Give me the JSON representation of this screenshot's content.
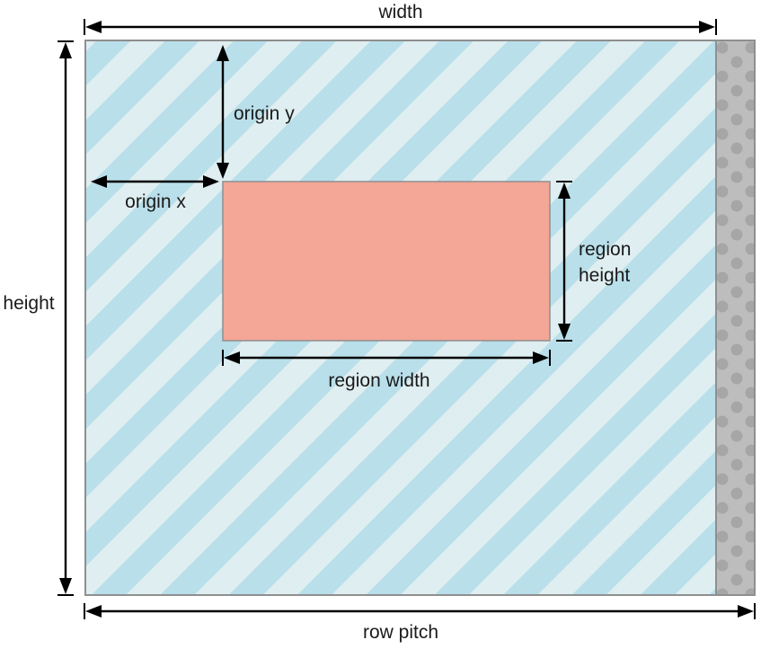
{
  "labels": {
    "width": "width",
    "height": "height",
    "row_pitch": "row pitch",
    "origin_x": "origin x",
    "origin_y": "origin y",
    "region_width": "region width",
    "region_height_line1": "region",
    "region_height_line2": "height"
  },
  "colors": {
    "stripe_light": "#dfeef0",
    "stripe_dark": "#b9dfea",
    "region_fill": "#f4a697",
    "region_border": "#8f8f8f",
    "padding_fill": "#bdbdbd",
    "padding_dots": "#a6a6a6",
    "image_border": "#8f8f8f"
  }
}
